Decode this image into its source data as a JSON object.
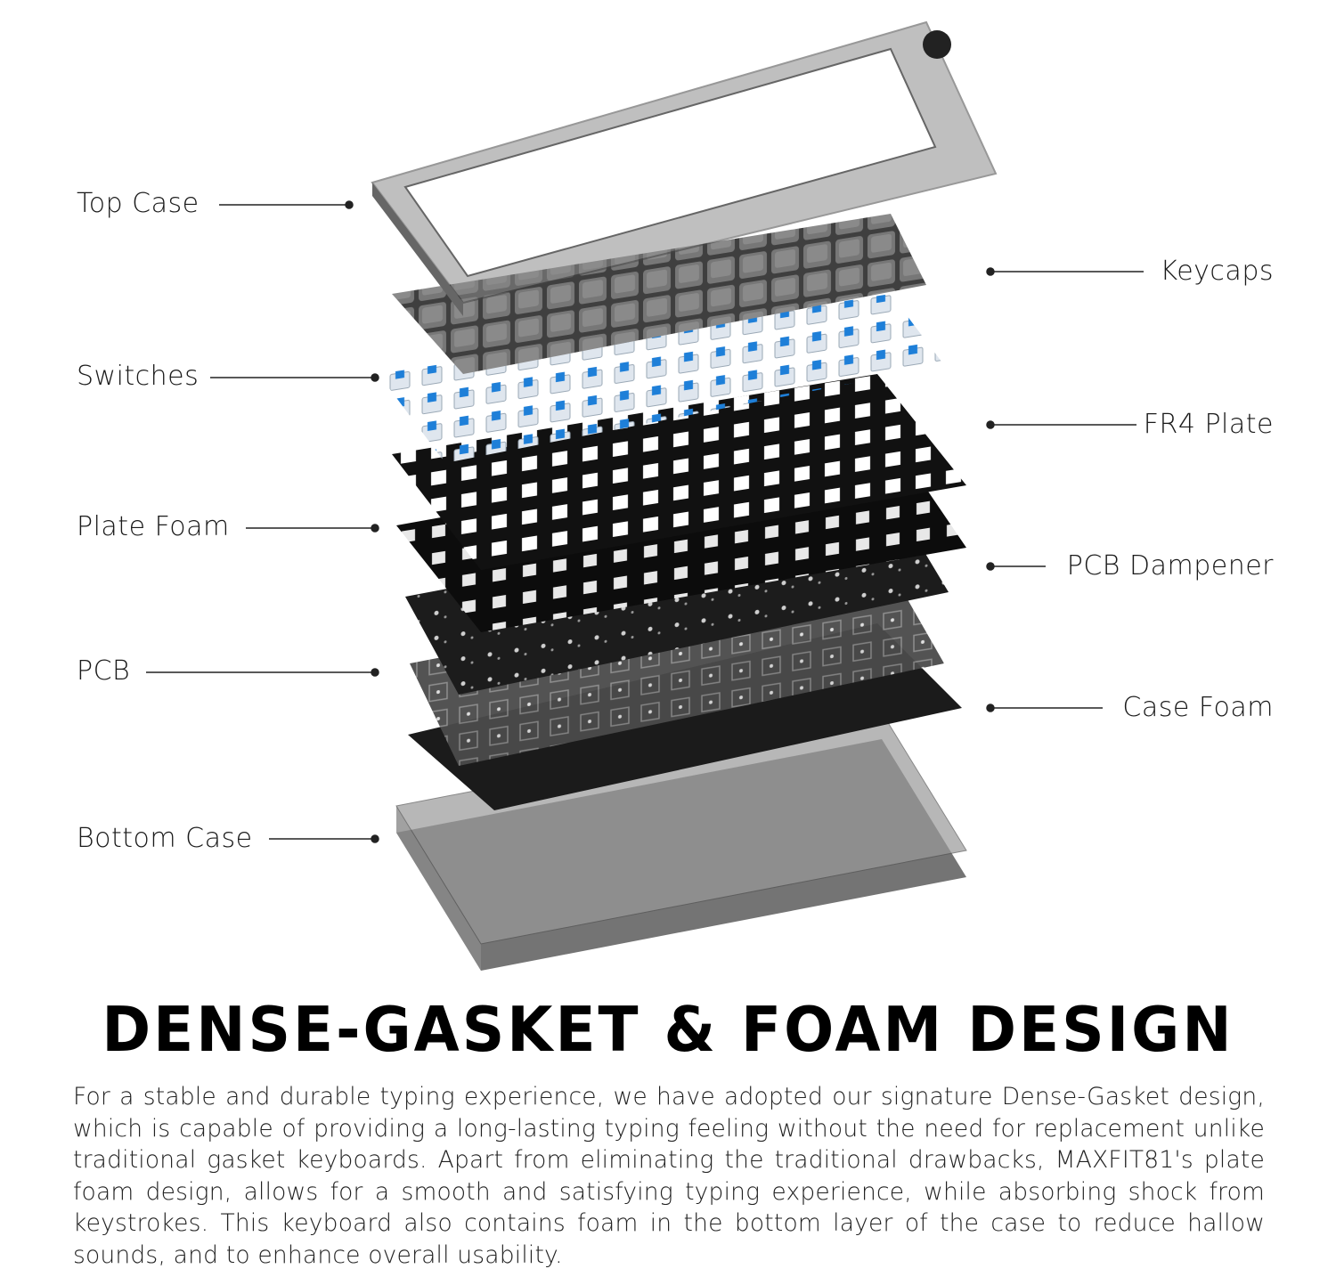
{
  "labels": {
    "top_case": "Top Case",
    "switches": "Switches",
    "plate_foam": "Plate Foam",
    "pcb": "PCB",
    "bottom_case": "Bottom Case",
    "keycaps": "Keycaps",
    "fr4_plate": "FR4 Plate",
    "pcb_dampener": "PCB Dampener",
    "case_foam": "Case Foam"
  },
  "heading": "DENSE-GASKET & FOAM DESIGN",
  "description": "For a stable and durable typing experience, we have adopted our signature Dense-Gasket design, which is capable of providing a long-lasting typing feeling without the need for replacement unlike traditional gasket keyboards. Apart from eliminating the traditional drawbacks, MAXFIT81's plate foam design, allows for a smooth and satisfying typing experience, while absorbing shock from keystrokes. This keyboard also contains foam in the bottom layer of the case to reduce hallow sounds, and to enhance overall usability.",
  "colors": {
    "switch_stem": "#1e7fd8",
    "keycap": "#6b6b6b",
    "plate": "#111111",
    "case": "#7a7a7a"
  }
}
